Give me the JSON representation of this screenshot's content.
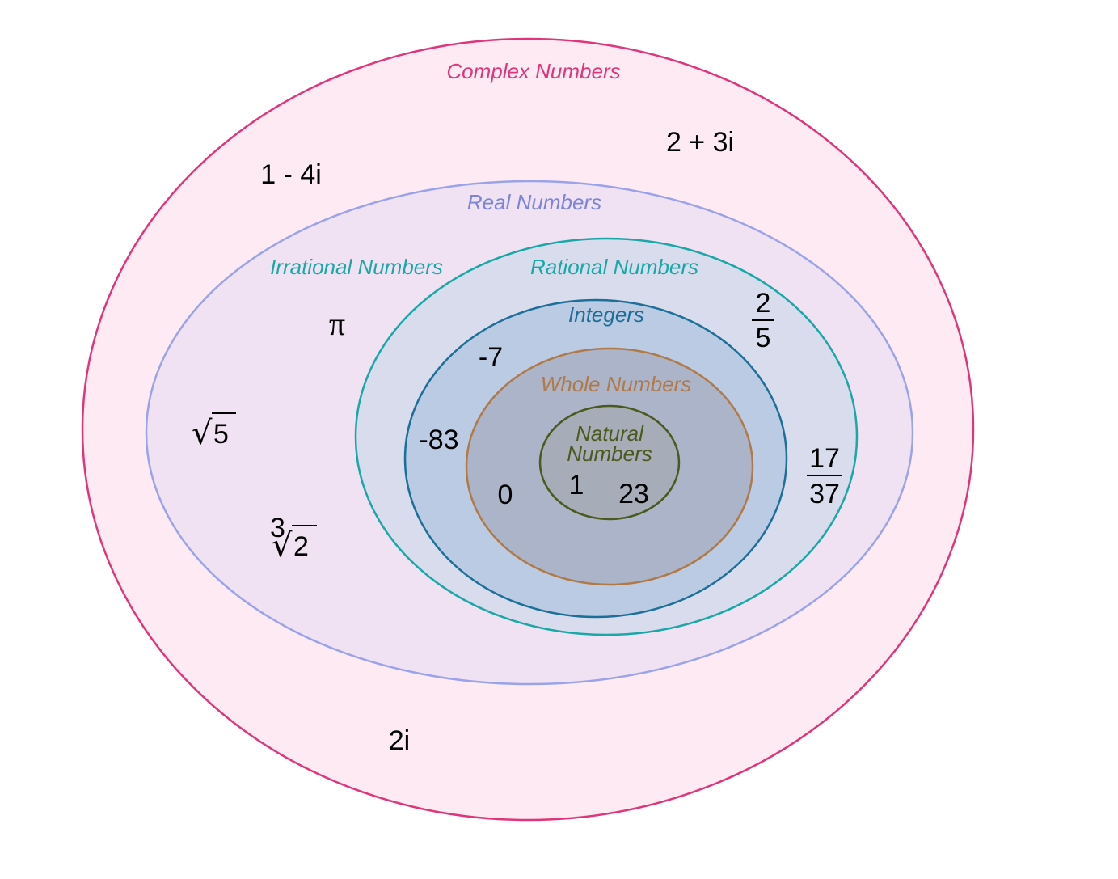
{
  "colors": {
    "complex": "#e0357a",
    "real": "#9aa3ea",
    "real_label": "#7b84d8",
    "rational": "#19a7a7",
    "integers": "#1b6f98",
    "whole": "#b07a48",
    "natural": "#4a5a1c",
    "fill_complex": "#fdeaf3",
    "fill_real": "#f0e2f2",
    "fill_rational": "#d8dcec",
    "fill_integers": "#bccbe4",
    "fill_whole": "#abb4c8",
    "fill_natural": "#a6acb8"
  },
  "sets": {
    "complex": "Complex Numbers",
    "real": "Real Numbers",
    "irrational": "Irrational Numbers",
    "rational": "Rational Numbers",
    "integers": "Integers",
    "whole": "Whole Numbers",
    "natural_line1": "Natural",
    "natural_line2": "Numbers"
  },
  "members": {
    "complex_a": "1 - 4i",
    "complex_b": "2 + 3i",
    "complex_c": "2i",
    "pi": "π",
    "sqrt5_symbol": "√",
    "sqrt5_value": "5",
    "cbrt2_index": "3",
    "cbrt2_symbol": "√",
    "cbrt2_value": "2",
    "frac_a_num": "2",
    "frac_a_den": "5",
    "frac_b_num": "17",
    "frac_b_den": "37",
    "neg7": "-7",
    "neg83": "-83",
    "zero": "0",
    "one": "1",
    "twentythree": "23"
  }
}
